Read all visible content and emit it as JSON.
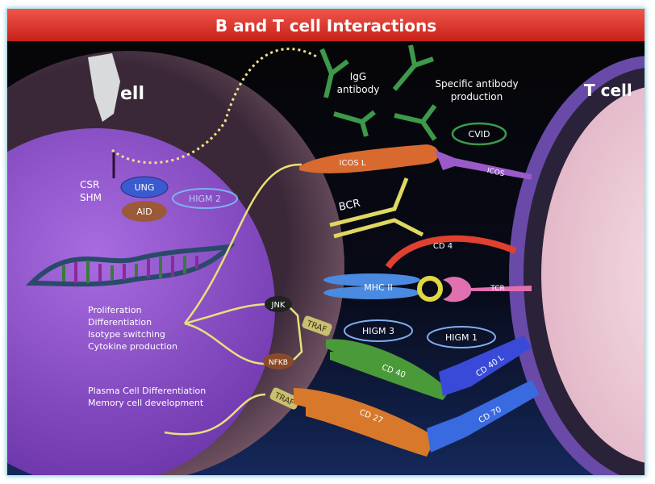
{
  "title": "B and T cell Interactions",
  "b_cell_label": "ell",
  "t_cell_label": "T cell",
  "antibody": {
    "label_line1": "IgG",
    "label_line2": "antibody"
  },
  "production": {
    "line1": "Specific antibody",
    "line2": "production"
  },
  "nucleus": {
    "csr": "CSR",
    "shm": "SHM",
    "ung": "UNG",
    "aid": "AID",
    "higm2": "HIGM 2",
    "outcomes": [
      "Proliferation",
      "Differentiation",
      "Isotype switching",
      "Cytokine production"
    ],
    "plasma": [
      "Plasma Cell Differentiation",
      "Memory cell development"
    ]
  },
  "signals": {
    "jnk": "JNK",
    "nfkb": "NFKB",
    "traf1": "TRAF",
    "traf2": "TRAF"
  },
  "molecules": {
    "icosl": "ICOS L",
    "icos": "ICOS",
    "cvid": "CVID",
    "bcr": "BCR",
    "cd4": "CD 4",
    "mhc2": "MHC II",
    "tcr": "TCR",
    "higm3": "HIGM 3",
    "higm1": "HIGM 1",
    "cd40": "CD 40",
    "cd40l": "CD 40 L",
    "cd27": "CD 27",
    "cd70": "CD 70"
  },
  "colors": {
    "title_bar": "#e8392b",
    "nucleus": "#8a4fc9",
    "antibody": "#3c9a4a",
    "signal": "#e8e07a"
  }
}
